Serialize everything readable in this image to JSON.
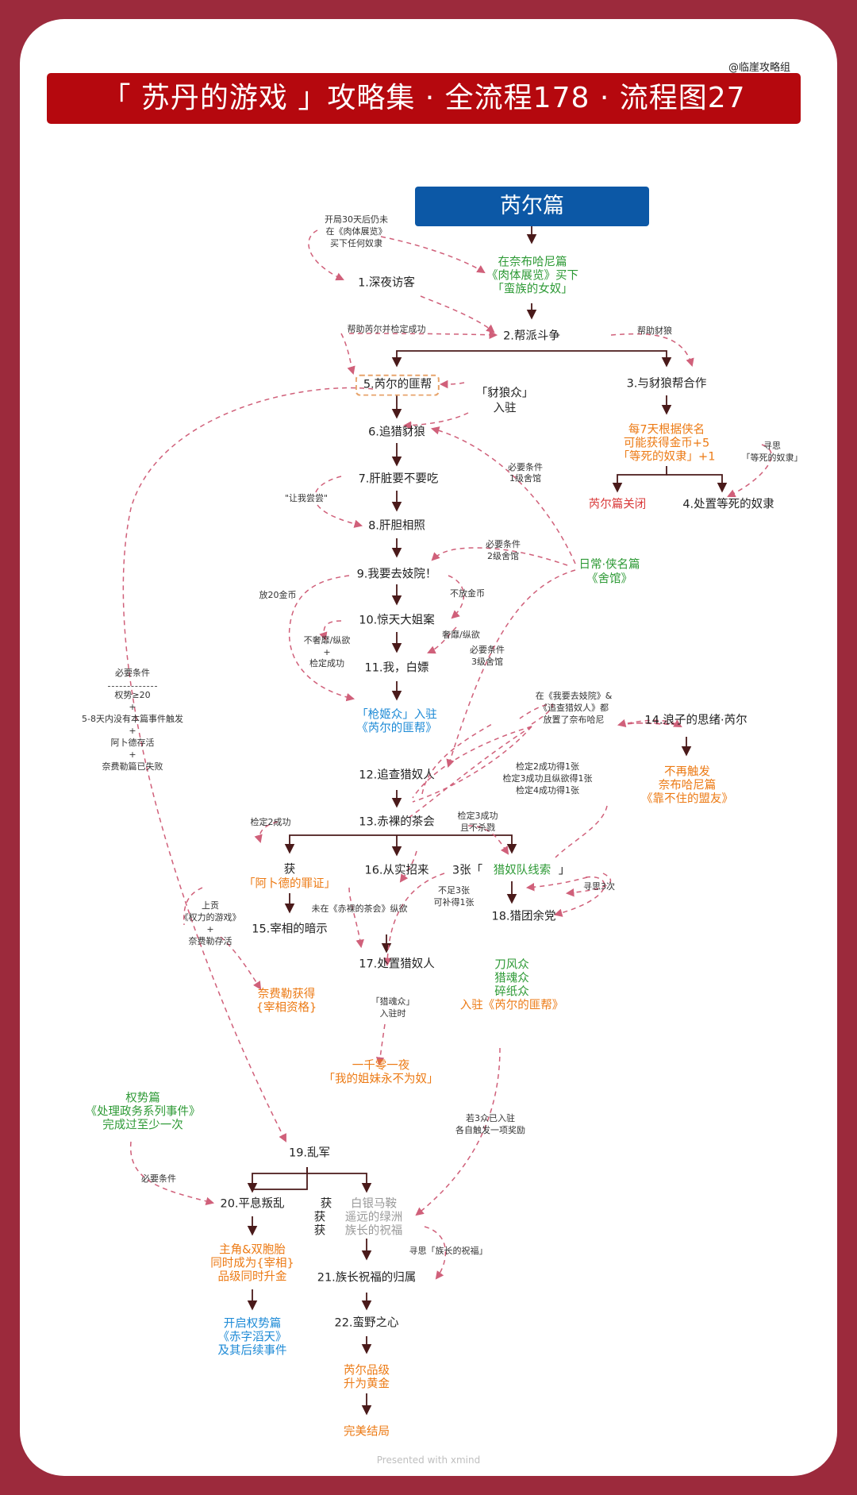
{
  "byline": "@临崖攻略组",
  "banner": "「 苏丹的游戏 」攻略集 · 全流程178 · 流程图27",
  "header": "芮尔篇",
  "footer": "Presented with xmind",
  "nodes": {
    "s_open30": "开局30天后仍未",
    "s_open30b": "在《肉体展览》",
    "s_open30c": "买下任何奴隶",
    "g_buy1": "在奈布哈尼篇",
    "g_buy2": "《肉体展览》买下",
    "g_buy3": "「蛮族的女奴」",
    "n1": "1.深夜访客",
    "s_help1": "帮助芮尔并检定成功",
    "n2": "2.帮派斗争",
    "s_help2": "帮助豺狼",
    "n3": "3.与豺狼帮合作",
    "n5": "5.芮尔的匪帮",
    "n_jackal1": "「豺狼众」",
    "n_jackal2": "入驻",
    "n6": "6.追猎豺狼",
    "o_week1": "每7天根据侠名",
    "o_week2": "可能获得金币+5",
    "o_week3": "「等死的奴隶」+1",
    "s_seek1": "寻思",
    "s_seek2": "「等死的奴隶」",
    "s_req1a": "必要条件",
    "s_req1b": "1级舍馆",
    "n7": "7.肝脏要不要吃",
    "r_close": "芮尔篇关闭",
    "n4": "4.处置等死的奴隶",
    "s_rang": "\"让我尝尝\"",
    "n8": "8.肝胆相照",
    "s_req2a": "必要条件",
    "s_req2b": "2级舍馆",
    "g_daily1": "日常·侠名篇",
    "g_daily2": "《舍馆》",
    "n9": "9.我要去妓院！",
    "s_put20": "放20金币",
    "s_noput": "不放金币",
    "n10": "10.惊天大姐案",
    "s_nolux1": "不奢靡/纵欲",
    "s_plus1": "+",
    "s_nolux2": "检定成功",
    "s_lux": "奢靡/纵欲",
    "s_req3a": "必要条件",
    "s_req3b": "3级舍馆",
    "n11": "11.我，白嫖",
    "s_reqL1": "必要条件",
    "s_reqL3": "权势≥20",
    "s_reqL4": "+",
    "s_reqL5": "5-8天内没有本篇事件触发",
    "s_reqL6": "+",
    "s_reqL7": "阿卜德存活",
    "s_reqL8": "+",
    "s_reqL9": "奈费勒篇已失败",
    "b_gun1": "「枪姬众」入驻",
    "b_gun2": "《芮尔的匪帮》",
    "s_brothel1": "在《我要去妓院》&",
    "s_brothel2": "《追查猎奴人》都",
    "s_brothel3": "放置了奈布哈尼",
    "n14": "14.浪子的思绪·芮尔",
    "o_no1": "不再触发",
    "o_no2": "奈布哈尼篇",
    "o_no3": "《靠不住的盟友》",
    "n12": "12.追查猎奴人",
    "s_check1": "检定2成功得1张",
    "s_check2": "检定3成功且纵欲得1张",
    "s_check3": "检定4成功得1张",
    "s_c2succ": "检定2成功",
    "n13": "13.赤裸的茶会",
    "s_c3a": "检定3成功",
    "s_c3b": "且不杀戮",
    "n_get": "获",
    "o_abd": "「阿卜德的罪证」",
    "n16": "16.从实招来",
    "n_3zhang": "3张「",
    "g_hunt": "猎奴队线索",
    "n_3zhang_end": "」",
    "s_lack1": "不足3张",
    "s_lack2": "可补得1张",
    "s_seek3": "寻思3次",
    "s_up1": "上贡",
    "s_up2": "《权力的游戏》",
    "s_up3": "+",
    "s_up4": "奈费勒存活",
    "s_notin": "未在《赤裸的茶会》纵欲",
    "n15": "15.宰相的暗示",
    "n18": "18.猎团余党",
    "n17": "17.处置猎奴人",
    "g_blade": "刀风众",
    "g_soul": "猎魂众",
    "g_paper": "碎纸众",
    "o_enter": "入驻《芮尔的匪帮》",
    "o_naifei1": "奈费勒获得",
    "o_naifei2": "{宰相资格}",
    "s_soulin1": "「猎魂众」",
    "s_soulin2": "入驻时",
    "o_night1": "一千零一夜",
    "o_night2": "「我的姐妹永不为奴」",
    "g_power1": "权势篇",
    "g_power2": "《处理政务系列事件》",
    "g_power3": "完成过至少一次",
    "s_3in1": "若3众已入驻",
    "s_3in2": "各自触发一项奖励",
    "n19": "19.乱军",
    "s_reqP": "必要条件",
    "n20": "20.平息叛乱",
    "gr_silver": "白银马鞍",
    "gr_oasis": "遥远的绿洲",
    "gr_bless": "族长的祝福",
    "n_huo": "获",
    "s_seekbless": "寻思「族长的祝福」",
    "o_main1": "主角&双胞胎",
    "o_main2": "同时成为{宰相}",
    "o_main3": "品级同时升金",
    "n21": "21.族长祝福的归属",
    "b_open1": "开启权势篇",
    "b_open2": "《赤字滔天》",
    "b_open3": "及其后续事件",
    "n22": "22.蛮野之心",
    "o_gold1": "芮尔品级",
    "o_gold2": "升为黄金",
    "o_end": "完美结局"
  }
}
